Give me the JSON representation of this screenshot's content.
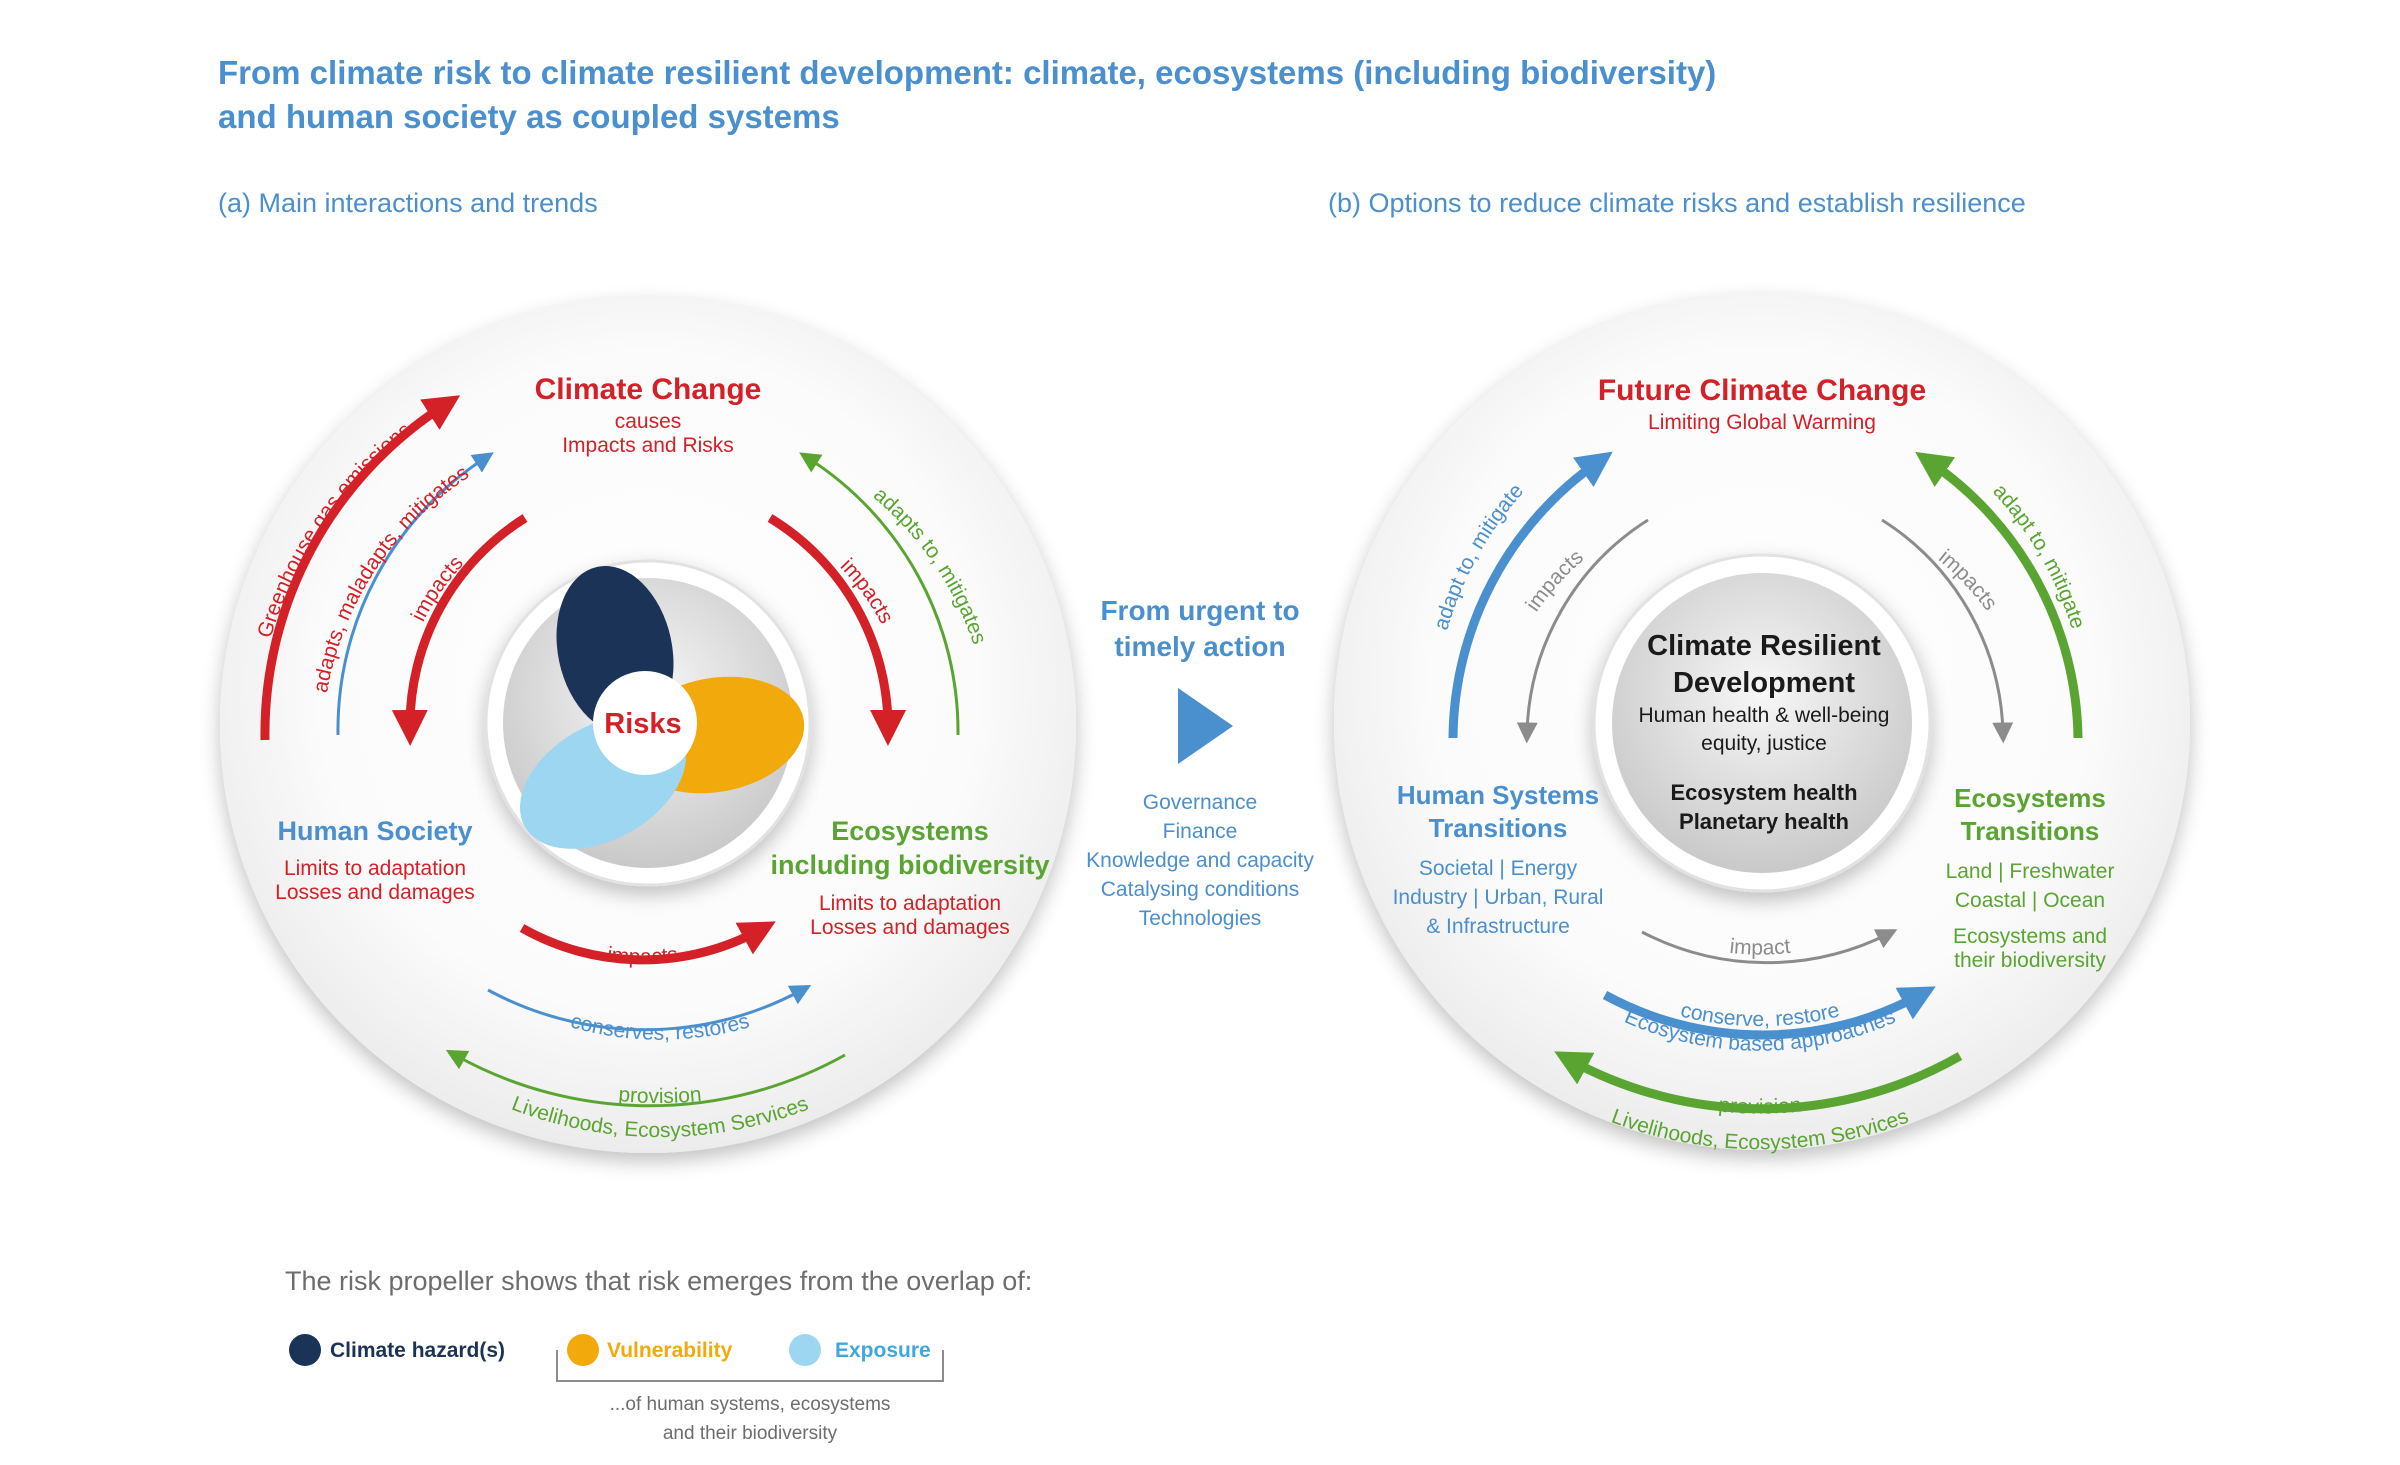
{
  "title": {
    "line1": "From climate risk to climate resilient development: climate, ecosystems (including biodiversity)",
    "line2": "and human society as coupled systems"
  },
  "panel_a": {
    "label": "(a) Main interactions and trends",
    "climate_change": {
      "title": "Climate Change",
      "line1": "causes",
      "line2": "Impacts and Risks"
    },
    "human_society": {
      "title": "Human Society",
      "line1": "Limits to adaptation",
      "line2": "Losses and damages"
    },
    "ecosystems": {
      "title1": "Ecosystems",
      "title2": "including biodiversity",
      "line1": "Limits to adaptation",
      "line2": "Losses and damages"
    },
    "risks": "Risks",
    "arrows": {
      "ghg": "Greenhouse gas emissions",
      "adapts": "adapts, maladapts, mitigates",
      "impacts_left": "impacts",
      "impacts_right": "impacts",
      "eco_adapts": "adapts to, mitigates",
      "impacts_bottom": "impacts",
      "conserves": "conserves, restores",
      "provision": "provision",
      "livelihoods": "Livelihoods, Ecosystem Services"
    }
  },
  "middle": {
    "title1": "From urgent to",
    "title2": "timely action",
    "items": [
      "Governance",
      "Finance",
      "Knowledge and capacity",
      "Catalysing conditions",
      "Technologies"
    ]
  },
  "panel_b": {
    "label": "(b) Options to reduce climate risks and establish resilience",
    "future": {
      "title": "Future Climate Change",
      "sub": "Limiting Global Warming"
    },
    "crd": {
      "title1": "Climate Resilient",
      "title2": "Development",
      "line1": "Human health & well-being",
      "line2": "equity, justice",
      "line3": "Ecosystem health",
      "line4": "Planetary health"
    },
    "human": {
      "title1": "Human Systems",
      "title2": "Transitions",
      "line1": "Societal | Energy",
      "line2": "Industry | Urban, Rural",
      "line3": "& Infrastructure"
    },
    "eco": {
      "title1": "Ecosystems",
      "title2": "Transitions",
      "line1": "Land | Freshwater",
      "line2": "Coastal | Ocean",
      "line3": "Ecosystems and",
      "line4": "their biodiversity"
    },
    "arrows": {
      "adapt_left": "adapt to, mitigate",
      "impacts_left": "impacts",
      "impacts_right": "impacts",
      "adapt_right": "adapt to, mitigate",
      "impact_bottom": "impact",
      "conserve": "conserve, restore",
      "eba": "Ecosystem based approaches",
      "provision": "provision",
      "livelihoods": "Livelihoods, Ecosystem Services"
    }
  },
  "legend": {
    "intro": "The risk propeller shows that risk emerges from the overlap of:",
    "hazard": "Climate hazard(s)",
    "vulnerability": "Vulnerability",
    "exposure": "Exposure",
    "note1": "...of human systems, ecosystems",
    "note2": "and their biodiversity"
  },
  "colors": {
    "title_blue": "#4a8fce",
    "red": "#d42027",
    "blue": "#4a8fce",
    "green": "#5aa531",
    "gray": "#8c8c8c",
    "navy": "#1b3356",
    "orange": "#f2a90b",
    "light_blue": "#9dd6f1"
  }
}
